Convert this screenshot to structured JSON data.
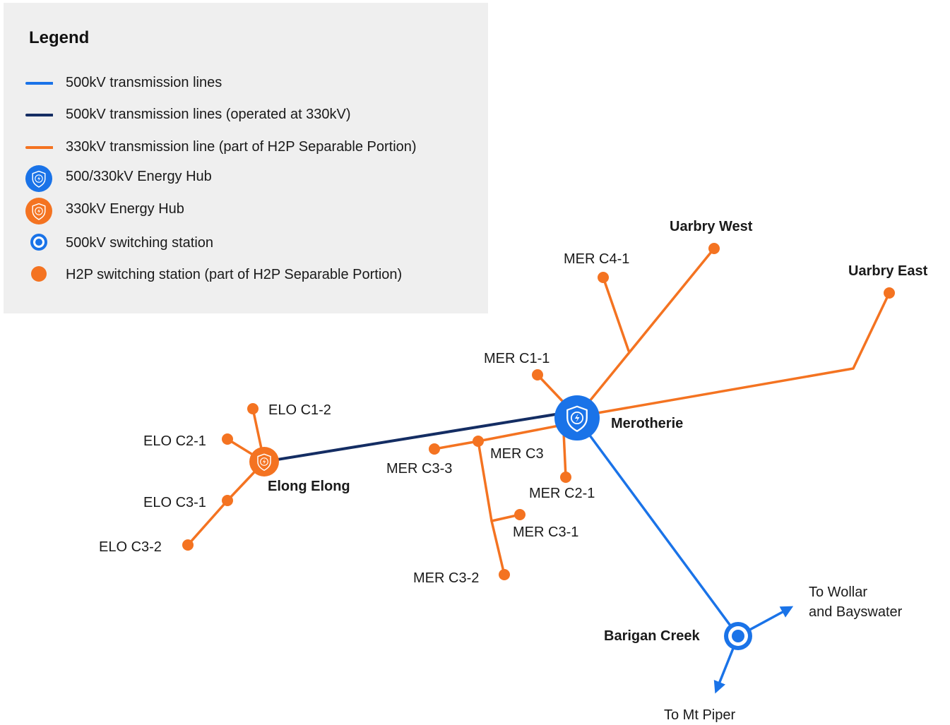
{
  "colors": {
    "blue_500kV": "#1a73e8",
    "navy_500kV_330": "#142d63",
    "orange_330kV": "#f47321",
    "legend_bg": "#efefef"
  },
  "legend": {
    "title": "Legend",
    "items": [
      {
        "key": "line-500",
        "symbol": "line",
        "color": "#1a73e8",
        "label": "500kV transmission lines"
      },
      {
        "key": "line-500-330",
        "symbol": "line",
        "color": "#142d63",
        "label": "500kV transmission lines (operated at 330kV)"
      },
      {
        "key": "line-330",
        "symbol": "line",
        "color": "#f47321",
        "label": "330kV transmission line (part of H2P Separable Portion)"
      },
      {
        "key": "hub-500-330",
        "symbol": "hub",
        "color": "#1a73e8",
        "icon": "shield-lightning-icon",
        "label": "500/330kV Energy Hub"
      },
      {
        "key": "hub-330",
        "symbol": "hub",
        "color": "#f47321",
        "icon": "shield-lightning-icon",
        "label": "330kV Energy Hub"
      },
      {
        "key": "switch-500",
        "symbol": "ring",
        "color": "#1a73e8",
        "label": "500kV switching station"
      },
      {
        "key": "switch-h2p",
        "symbol": "dot",
        "color": "#f47321",
        "label": "H2P switching station (part of H2P Separable Portion)"
      }
    ]
  },
  "labels": {
    "uarbry_west": "Uarbry West",
    "uarbry_east": "Uarbry East",
    "mer_c4_1": "MER C4-1",
    "mer_c1_1": "MER C1-1",
    "merotherie": "Merotherie",
    "elo_c1_2": "ELO C1-2",
    "elo_c2_1": "ELO C2-1",
    "elong_elong": "Elong Elong",
    "elo_c3_1": "ELO C3-1",
    "elo_c3_2": "ELO C3-2",
    "mer_c3_3": "MER C3-3",
    "mer_c3": "MER C3",
    "mer_c2_1": "MER C2-1",
    "mer_c3_1": "MER C3-1",
    "mer_c3_2": "MER C3-2",
    "barigan_creek": "Barigan Creek",
    "to_wollar_line1": "To Wollar",
    "to_wollar_line2": "and Bayswater",
    "to_mt_piper": "To Mt Piper"
  }
}
